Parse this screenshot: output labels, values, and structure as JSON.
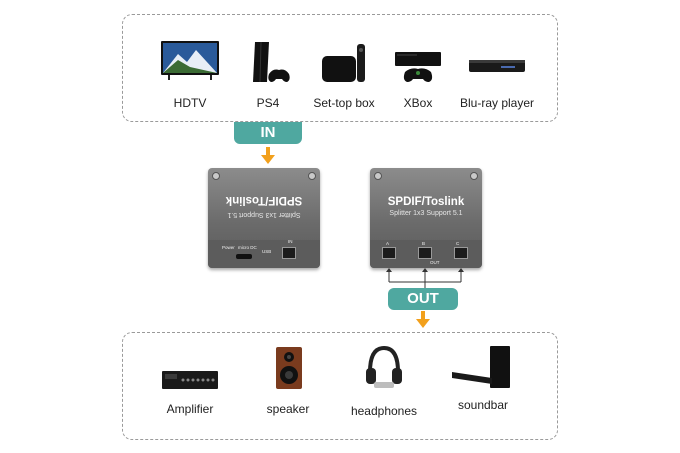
{
  "inputs": {
    "tab_label": "IN",
    "devices": [
      {
        "name": "HDTV",
        "icon": "tv-icon"
      },
      {
        "name": "PS4",
        "icon": "console-icon"
      },
      {
        "name": "Set-top box",
        "icon": "settop-box-icon"
      },
      {
        "name": "XBox",
        "icon": "xbox-icon"
      },
      {
        "name": "Blu-ray player",
        "icon": "bluray-player-icon"
      }
    ]
  },
  "splitter": {
    "title": "SPDIF/Toslink",
    "subtitle": "Splitter 1x3 Support 5.1",
    "back_labels": {
      "power": "Power",
      "micro": "micro DC",
      "usb": "USB",
      "in": "IN"
    },
    "front_labels": {
      "a": "A",
      "b": "B",
      "c": "C",
      "out": "OUT"
    }
  },
  "outputs": {
    "tab_label": "OUT",
    "devices": [
      {
        "name": "Amplifier",
        "icon": "amplifier-icon"
      },
      {
        "name": "speaker",
        "icon": "speaker-icon"
      },
      {
        "name": "headphones",
        "icon": "headphones-icon"
      },
      {
        "name": "soundbar",
        "icon": "soundbar-icon"
      }
    ]
  },
  "colors": {
    "accent": "#4fa8a0",
    "arrow": "#f2a01c",
    "device_body": "#6b6b6b"
  }
}
